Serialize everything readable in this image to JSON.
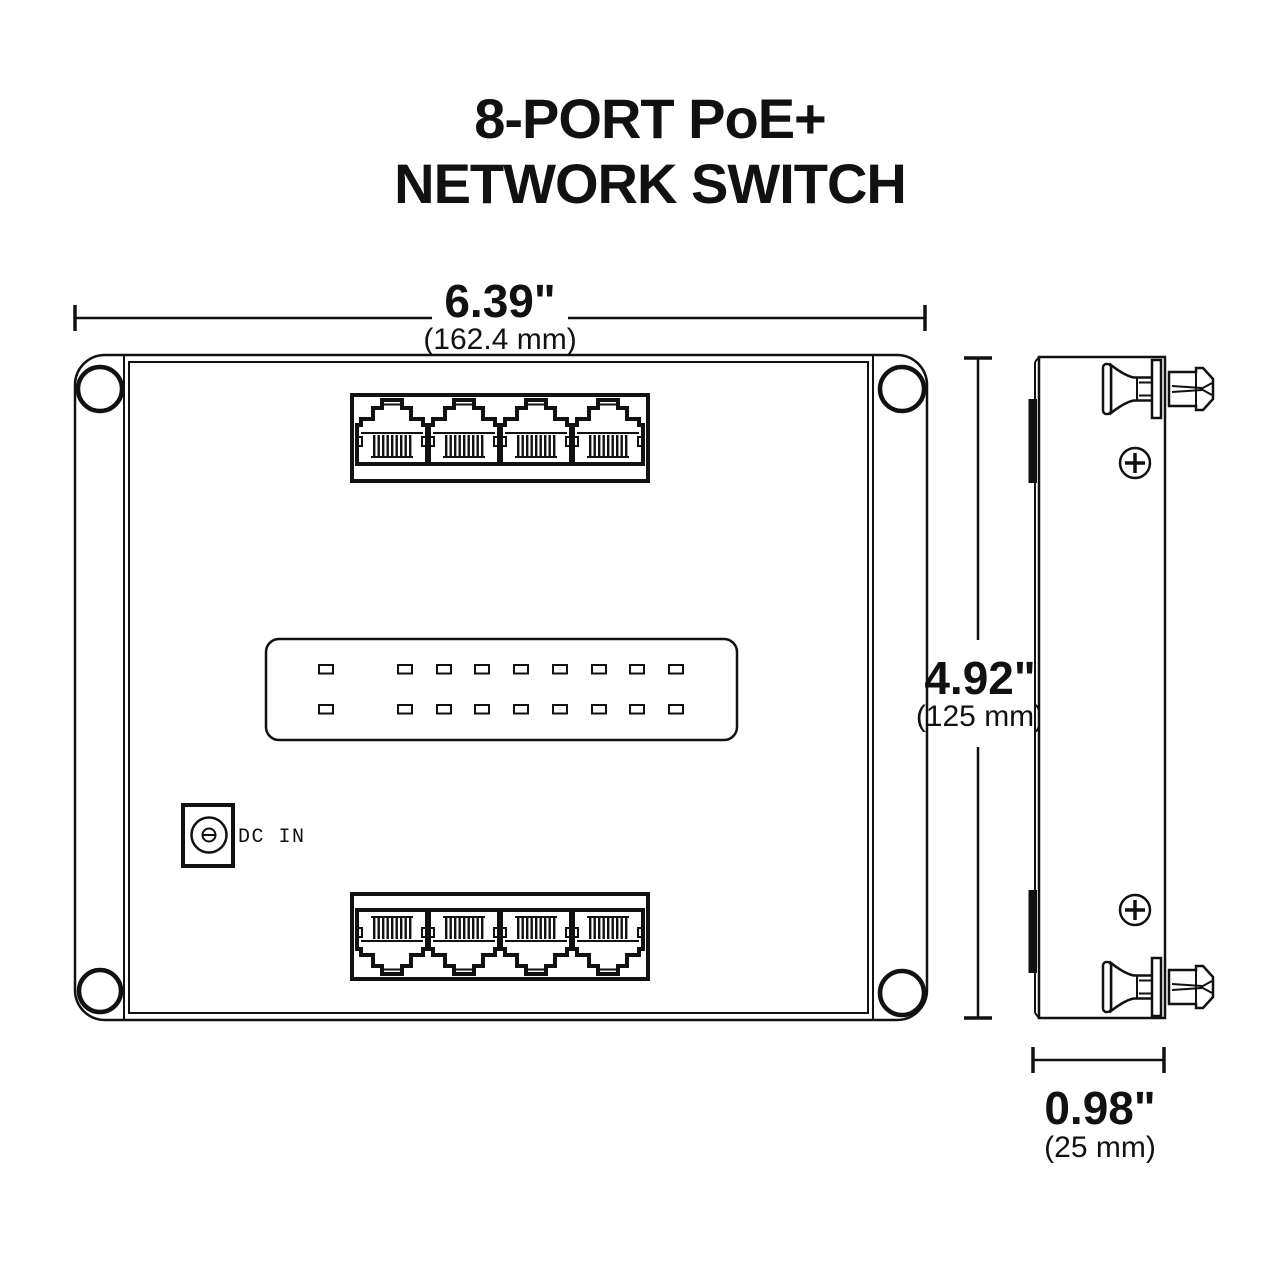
{
  "colors": {
    "background": "#ffffff",
    "ink": "#111111"
  },
  "title": {
    "line1": "8-PORT PoE+",
    "line2": "NETWORK SWITCH"
  },
  "dimensions": {
    "width": {
      "inches": "6.39\"",
      "metric": "(162.4 mm)"
    },
    "height": {
      "inches": "4.92\"",
      "metric": "(125 mm)"
    },
    "depth": {
      "inches": "0.98\"",
      "metric": "(25 mm)"
    }
  },
  "labels": {
    "dc_in": "DC IN"
  },
  "device": {
    "rj45_ports_top_row": 4,
    "rj45_ports_bottom_row": 4,
    "total_ports": 8,
    "led_rows": 2,
    "leds_per_row": 9,
    "mounting_holes": 4,
    "side_screws": 2,
    "side_thumbscrews": 2
  }
}
